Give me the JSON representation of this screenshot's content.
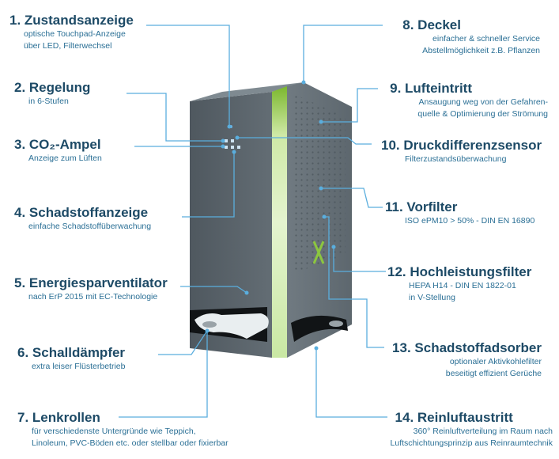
{
  "callouts": [
    {
      "id": 1,
      "title": "1. Zustandsanzeige",
      "lines": [
        "optische Touchpad-Anzeige",
        "über LED, Filterwechsel"
      ]
    },
    {
      "id": 2,
      "title": "2. Regelung",
      "lines": [
        "in 6-Stufen"
      ]
    },
    {
      "id": 3,
      "title": "3. CO₂-Ampel",
      "lines": [
        "Anzeige zum Lüften"
      ]
    },
    {
      "id": 4,
      "title": "4. Schadstoffanzeige",
      "lines": [
        "einfache Schadstoffüberwachung"
      ]
    },
    {
      "id": 5,
      "title": "5. Energiesparventilator",
      "lines": [
        "nach ErP 2015 mit EC-Technologie"
      ]
    },
    {
      "id": 6,
      "title": "6. Schalldämpfer",
      "lines": [
        "extra leiser Flüsterbetrieb"
      ]
    },
    {
      "id": 7,
      "title": "7. Lenkrollen",
      "lines": [
        "für verschiedenste Untergründe wie Teppich,",
        "Linoleum, PVC-Böden etc. oder stellbar oder fixierbar"
      ]
    },
    {
      "id": 8,
      "title": "8. Deckel",
      "lines": [
        "einfacher & schneller Service",
        "Abstellmöglichkeit z.B. Pflanzen"
      ]
    },
    {
      "id": 9,
      "title": "9. Lufteintritt",
      "lines": [
        "Ansaugung weg von der Gefahren-",
        "quelle & Optimierung der Strömung"
      ]
    },
    {
      "id": 10,
      "title": "10. Druckdifferenzsensor",
      "lines": [
        "Filterzustandsüberwachung"
      ]
    },
    {
      "id": 11,
      "title": "11. Vorfilter",
      "lines": [
        "ISO ePM10 > 50% - DIN EN 16890"
      ]
    },
    {
      "id": 12,
      "title": "12. Hochleistungsfilter",
      "lines": [
        "HEPA H14 - DIN EN 1822-01",
        "in V-Stellung"
      ]
    },
    {
      "id": 13,
      "title": "13. Schadstoffadsorber",
      "lines": [
        "optionaler Aktivkohlefilter",
        "beseitigt effizient Gerüche"
      ]
    },
    {
      "id": 14,
      "title": "14. Reinluftaustritt",
      "lines": [
        "360° Reinluftverteilung im Raum nach",
        "Luftschichtungsprinzip aus Reinraumtechnik"
      ]
    }
  ],
  "colors": {
    "title": "#1d4a66",
    "desc": "#2a6f95",
    "leader": "#5aaede",
    "device_front": "#5b656c",
    "device_side": "#6d777e",
    "accent_green": "#8cc63f"
  },
  "icons": [
    "x-logo-icon",
    "led-indicator-icon"
  ]
}
